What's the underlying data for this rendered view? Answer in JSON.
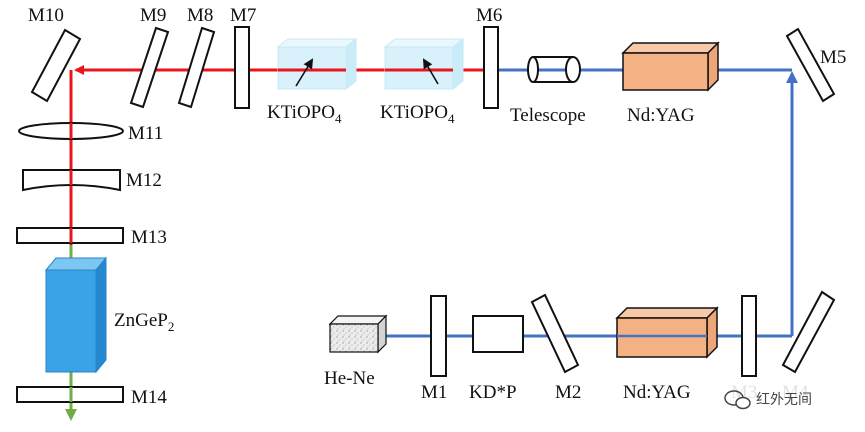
{
  "colors": {
    "red_beam": "#e8151b",
    "blue_beam": "#4472c4",
    "green_beam": "#70ad47",
    "ndyag_fill": "#f4b183",
    "ktp_fill": "#d9f1fb",
    "znge_fill": "#3aa3e8",
    "outline": "#111111"
  },
  "labels": {
    "m10": "M10",
    "m9": "M9",
    "m8": "M8",
    "m7": "M7",
    "m6": "M6",
    "m5": "M5",
    "m11": "M11",
    "m12": "M12",
    "m13": "M13",
    "m14": "M14",
    "m1": "M1",
    "m2": "M2",
    "m3": "M3",
    "m4": "M4",
    "ktp_main": "KTiOPO",
    "ktp_sub": "4",
    "telescope": "Telescope",
    "ndyag_top": "Nd:YAG",
    "ndyag_bottom": "Nd:YAG",
    "znge_main": "ZnGeP",
    "znge_sub": "2",
    "hene": "He-Ne",
    "kdp": "KD*P"
  },
  "watermark": {
    "icon": "wechat-icon",
    "text": "红外无间"
  }
}
